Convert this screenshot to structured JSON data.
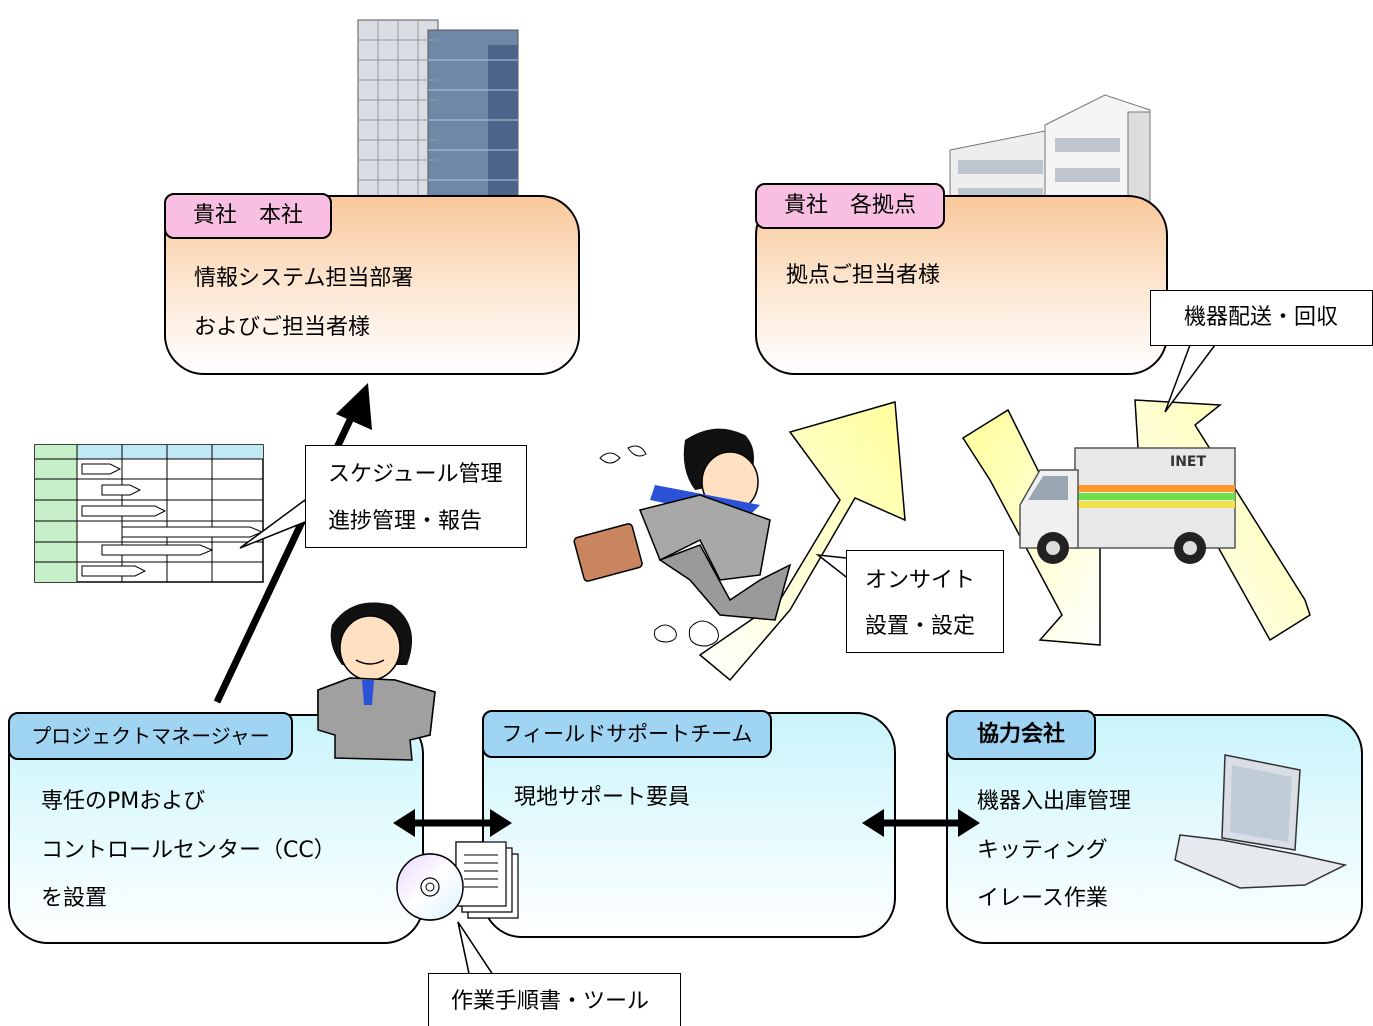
{
  "hq": {
    "tag": "貴社　本社",
    "line1": "情報システム担当部署",
    "line2": "およびご担当者様"
  },
  "branch": {
    "tag": "貴社　各拠点",
    "line1": "拠点ご担当者様"
  },
  "delivery_label": "機器配送・回収",
  "truck_logo": "INET",
  "schedule_callout": {
    "line1": "スケジュール管理",
    "line2": "進捗管理・報告"
  },
  "onsite_callout": {
    "line1": "オンサイト",
    "line2": "設置・設定"
  },
  "pm": {
    "tag": "プロジェクトマネージャー",
    "line1": "専任のPMおよび",
    "line2": "コントロールセンター（CC）",
    "line3": "を設置"
  },
  "field": {
    "tag": "フィールドサポートチーム",
    "line1": "現地サポート要員"
  },
  "partner": {
    "tag": "協力会社",
    "line1": "機器入出庫管理",
    "line2": "キッティング",
    "line3": "イレース作業"
  },
  "docs_callout": "作業手順書・ツール",
  "colors": {
    "orange_box": "#f9c89b",
    "blue_box": "#c9f4fb",
    "pink_tag": "#f9bfe2",
    "blue_tag": "#9fd4f3",
    "arrow_yellow": "#ffffb0"
  }
}
